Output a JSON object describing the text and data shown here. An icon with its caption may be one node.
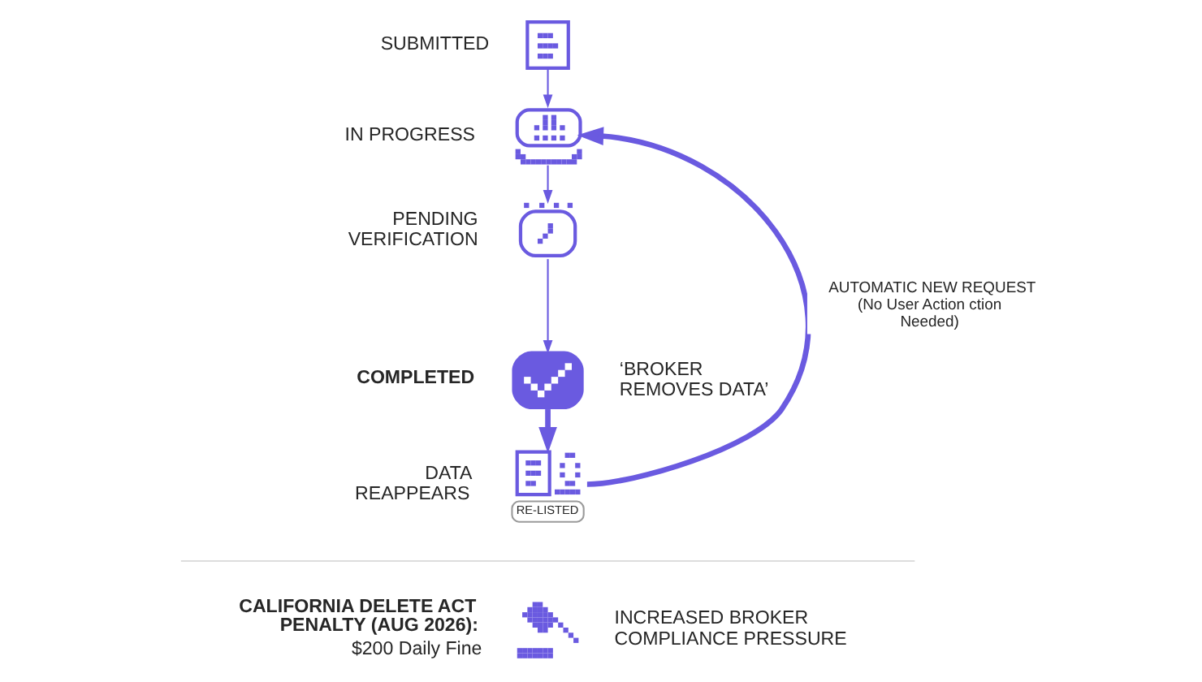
{
  "diagram": {
    "nodes": [
      {
        "text": [],
        "shape": "picture",
        "beside": [
          "SUBMITTED"
        ]
      },
      {
        "text": [],
        "shape": "picture",
        "beside": [
          "IN PROGRESS"
        ]
      },
      {
        "text": [],
        "shape": "picture",
        "beside": [
          "PENDING VERIFICATION"
        ]
      },
      {
        "text": [],
        "shape": "picture",
        "beside": [
          "COMPLETED",
          "‘BROKER REMOVES DATA’"
        ]
      },
      {
        "text": [
          "RE-LISTED"
        ],
        "beside": [
          "DATA REAPPEARS"
        ]
      },
      {
        "text": [],
        "shape": "picture",
        "beside": [
          "CALIFORNIA DELETE ACT PENALTY (AUG 2026):",
          "$200 Daily Fine",
          "INCREASED BROKER COMPLIANCE PRESSURE"
        ]
      }
    ],
    "edges": [
      {
        "from": 0,
        "to": 1,
        "arrow": "to"
      },
      {
        "from": 1,
        "to": 2,
        "arrow": "to"
      },
      {
        "from": 2,
        "to": 3,
        "arrow": "to"
      },
      {
        "from": 3,
        "to": 4,
        "arrow": "to",
        "style": "thick"
      },
      {
        "from": 4,
        "to": 1,
        "arrow": "to",
        "style": "thick",
        "label": "AUTOMATIC NEW REQUEST (No User Action ction Needed)"
      }
    ]
  }
}
